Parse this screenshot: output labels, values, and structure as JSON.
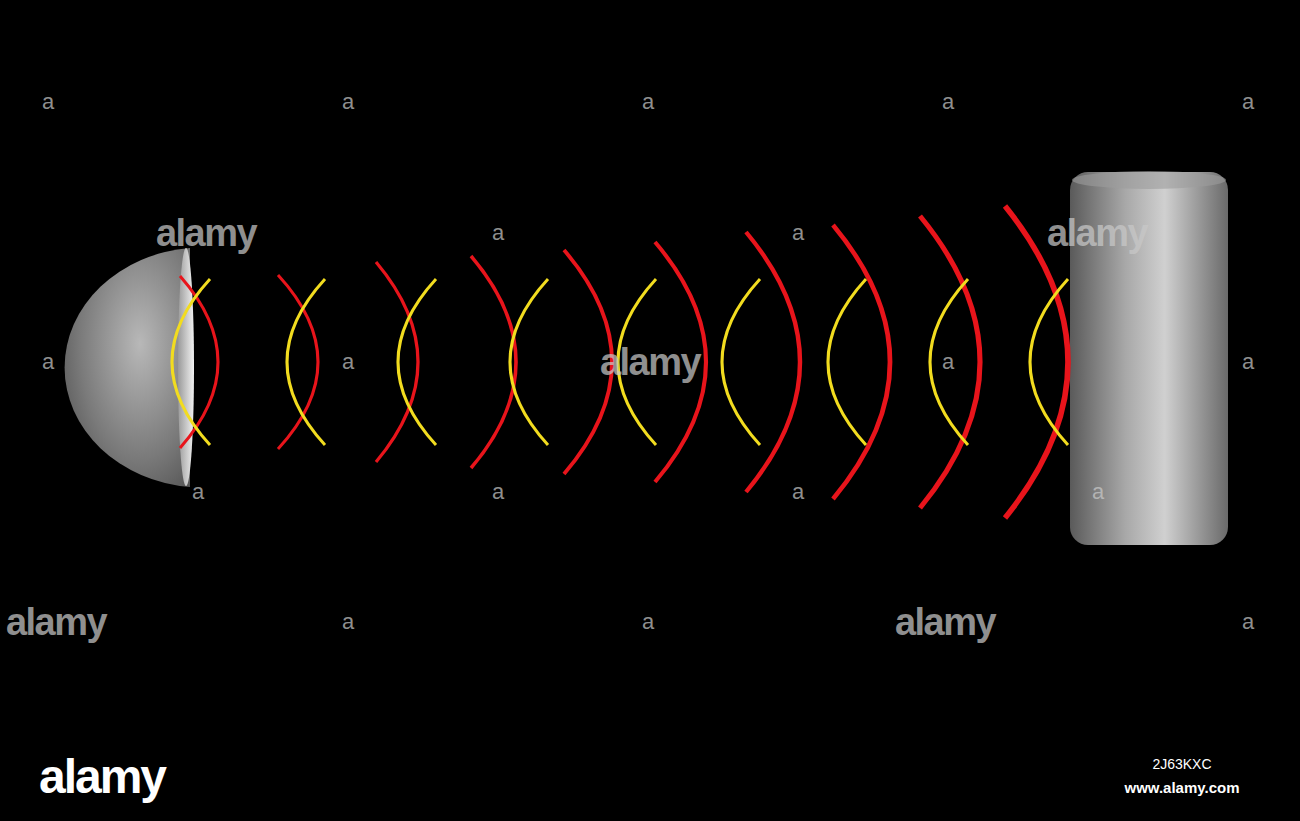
{
  "diagram": {
    "labels": [
      "a",
      "a",
      "a",
      "a",
      "a",
      "alamy",
      "a",
      "a",
      "alamy",
      "a",
      "a",
      "alamy",
      "a",
      "a",
      "a",
      "a",
      "a",
      "a",
      "alamy",
      "a",
      "a",
      "alamy",
      "a",
      "alamy",
      "2J63KXC",
      "www.alamy.com"
    ]
  }
}
